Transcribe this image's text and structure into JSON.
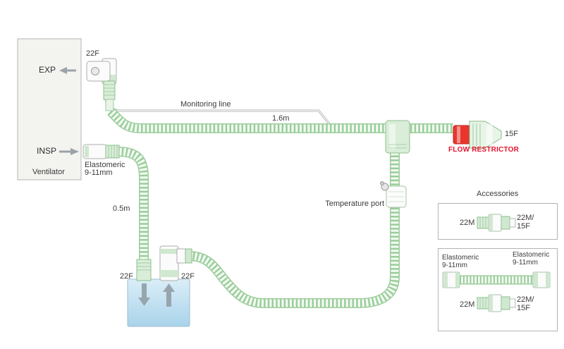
{
  "ventilator": {
    "name": "Ventilator",
    "exp": "EXP",
    "insp": "INSP"
  },
  "circuit": {
    "exp_connector": "22F",
    "monitoring_line": "Monitoring line",
    "exp_tube_length": "1.6m",
    "patient_connector": "15F",
    "flow_restrictor": "FLOW RESTRICTOR",
    "insp_elastomeric_line1": "Elastomeric",
    "insp_elastomeric_line2": "9-11mm",
    "insp_tube_length": "0.5m",
    "humidifier_inlet": "22F",
    "humidifier_outlet": "22F",
    "temperature_port": "Temperature port"
  },
  "accessories": {
    "title": "Accessories",
    "adapter1": {
      "left": "22M",
      "right1": "22M/",
      "right2": "15F"
    },
    "flex_tube": {
      "left1": "Elastomeric",
      "left2": "9-11mm",
      "right1": "Elastomeric",
      "right2": "9-11mm"
    },
    "adapter2": {
      "left": "22M",
      "right1": "22M/",
      "right2": "15F"
    }
  },
  "colors": {
    "tube_green": "#8fc98f",
    "connector_green": "#cfe8cf",
    "restrictor_red": "#e8362d",
    "label_red": "#e8112d",
    "water_blue": "#bfe0f2",
    "ventilator_gray": "#f3f3f0"
  }
}
